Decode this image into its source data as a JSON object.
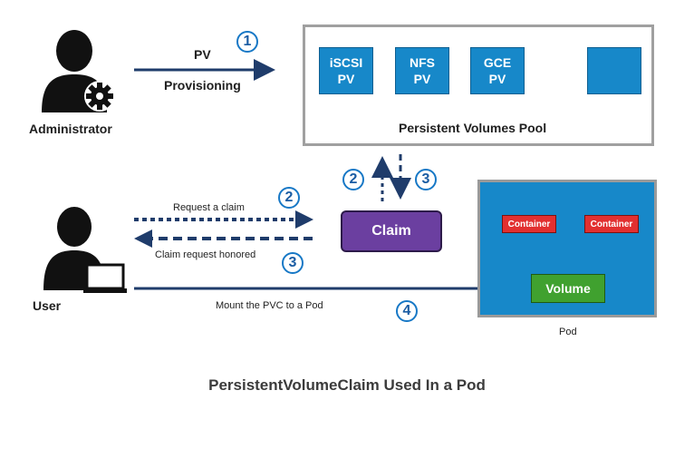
{
  "administrator": {
    "label": "Administrator",
    "arrow_top": "PV",
    "arrow_bottom": "Provisioning",
    "step": "1"
  },
  "pool": {
    "title": "Persistent Volumes Pool",
    "volumes": [
      {
        "line1": "iSCSI",
        "line2": "PV"
      },
      {
        "line1": "NFS",
        "line2": "PV"
      },
      {
        "line1": "GCE",
        "line2": "PV"
      }
    ]
  },
  "claim": {
    "label": "Claim",
    "step_up": "2",
    "step_down": "3"
  },
  "user": {
    "label": "User",
    "request_label": "Request a claim",
    "request_step": "2",
    "honored_label": "Claim request honored",
    "honored_step": "3",
    "mount_label": "Mount the PVC to a Pod",
    "mount_step": "4"
  },
  "pod": {
    "label": "Pod",
    "containers": [
      "Container",
      "Container"
    ],
    "volume": "Volume"
  },
  "caption": "PersistentVolumeClaim Used In a Pod",
  "colors": {
    "accent_blue": "#1788c9",
    "arrow_navy": "#1f3c6b",
    "claim_purple": "#6b3fa0",
    "volume_green": "#40a12f",
    "container_red": "#e23030"
  }
}
